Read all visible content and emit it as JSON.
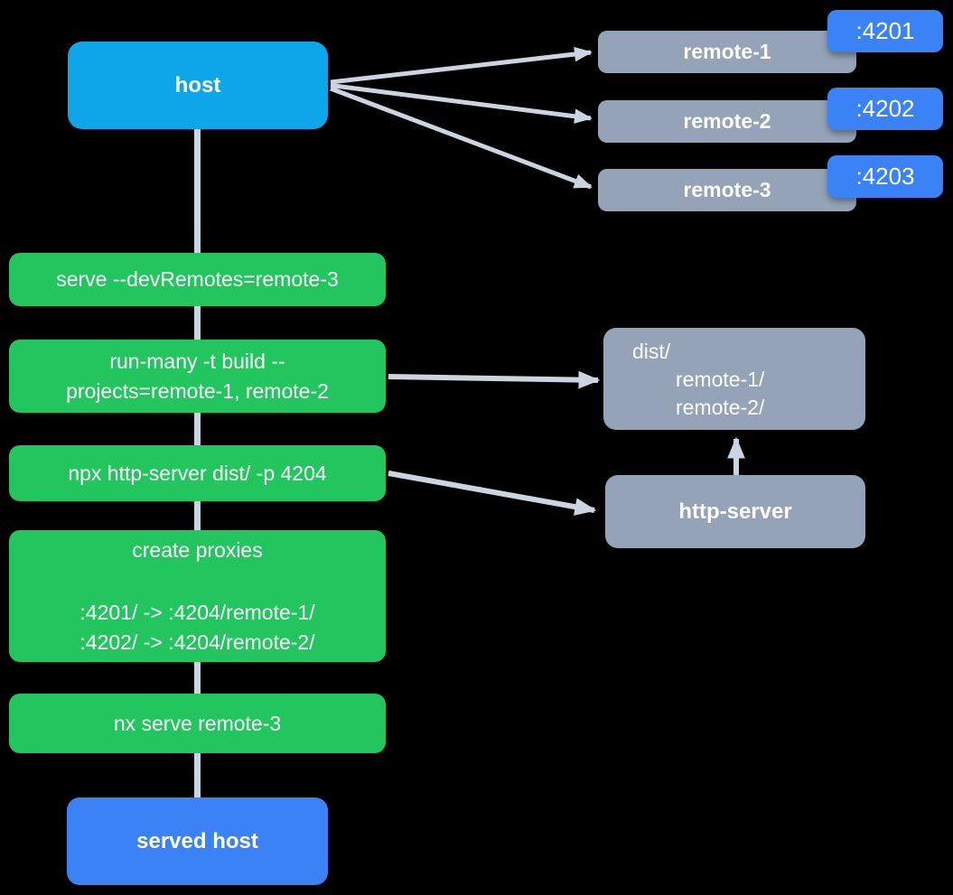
{
  "diagram": {
    "background": "#000000",
    "colors": {
      "host_fill": "#0EA5E9",
      "remote_fill": "#94A3B8",
      "port_badge_fill": "#3B82F6",
      "command_fill": "#22C55E",
      "served_host_fill": "#3B82F6",
      "connector": "#CBD5E1",
      "text": "#FFFFFF"
    },
    "nodes": {
      "host": {
        "label": "host"
      },
      "remotes": [
        {
          "label": "remote-1",
          "port": ":4201"
        },
        {
          "label": "remote-2",
          "port": ":4202"
        },
        {
          "label": "remote-3",
          "port": ":4203"
        }
      ],
      "commands": [
        {
          "lines": [
            "serve --devRemotes=remote-3"
          ]
        },
        {
          "lines": [
            "run-many -t build --",
            "projects=remote-1, remote-2"
          ]
        },
        {
          "lines": [
            "npx http-server dist/ -p 4204"
          ]
        },
        {
          "title": "create proxies",
          "lines": [
            ":4201/ -> :4204/remote-1/",
            ":4202/ -> :4204/remote-2/"
          ]
        },
        {
          "lines": [
            "nx serve remote-3"
          ]
        }
      ],
      "dist": {
        "lines": [
          "dist/",
          "remote-1/",
          "remote-2/"
        ]
      },
      "http_server": {
        "label": "http-server"
      },
      "served_host": {
        "label": "served host"
      }
    },
    "edges": [
      {
        "from": "host",
        "to": "remote-1",
        "type": "arrow"
      },
      {
        "from": "host",
        "to": "remote-2",
        "type": "arrow"
      },
      {
        "from": "host",
        "to": "remote-3",
        "type": "arrow"
      },
      {
        "from": "host",
        "to": "served host",
        "type": "line-through-commands"
      },
      {
        "from": "run-many -t build",
        "to": "dist/",
        "type": "arrow"
      },
      {
        "from": "npx http-server",
        "to": "http-server",
        "type": "arrow"
      },
      {
        "from": "http-server",
        "to": "dist/",
        "type": "arrow"
      }
    ]
  }
}
